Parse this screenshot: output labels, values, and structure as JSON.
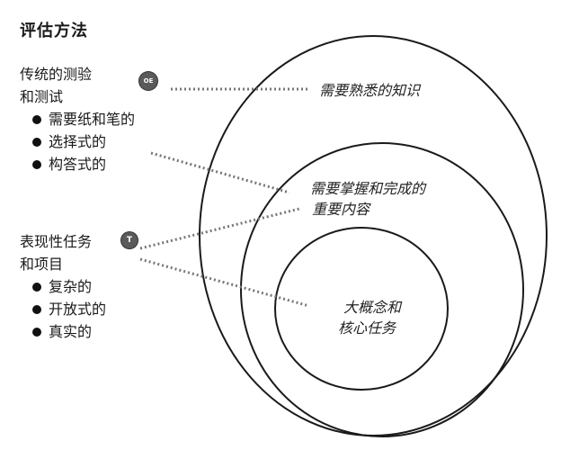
{
  "title": "评估方法",
  "traditional": {
    "heading_line1": "传统的测验",
    "heading_line2": "和测试",
    "badge": "OE",
    "items": [
      "需要纸和笔的",
      "选择式的",
      "构答式的"
    ]
  },
  "performance": {
    "heading_line1": "表现性任务",
    "heading_line2": "和项目",
    "badge": "T",
    "items": [
      "复杂的",
      "开放式的",
      "真实的"
    ]
  },
  "zones": {
    "outer": "需要熟悉的知识",
    "middle_line1": "需要掌握和完成的",
    "middle_line2": "重要内容",
    "inner_line1": "大概念和",
    "inner_line2": "核心任务"
  }
}
